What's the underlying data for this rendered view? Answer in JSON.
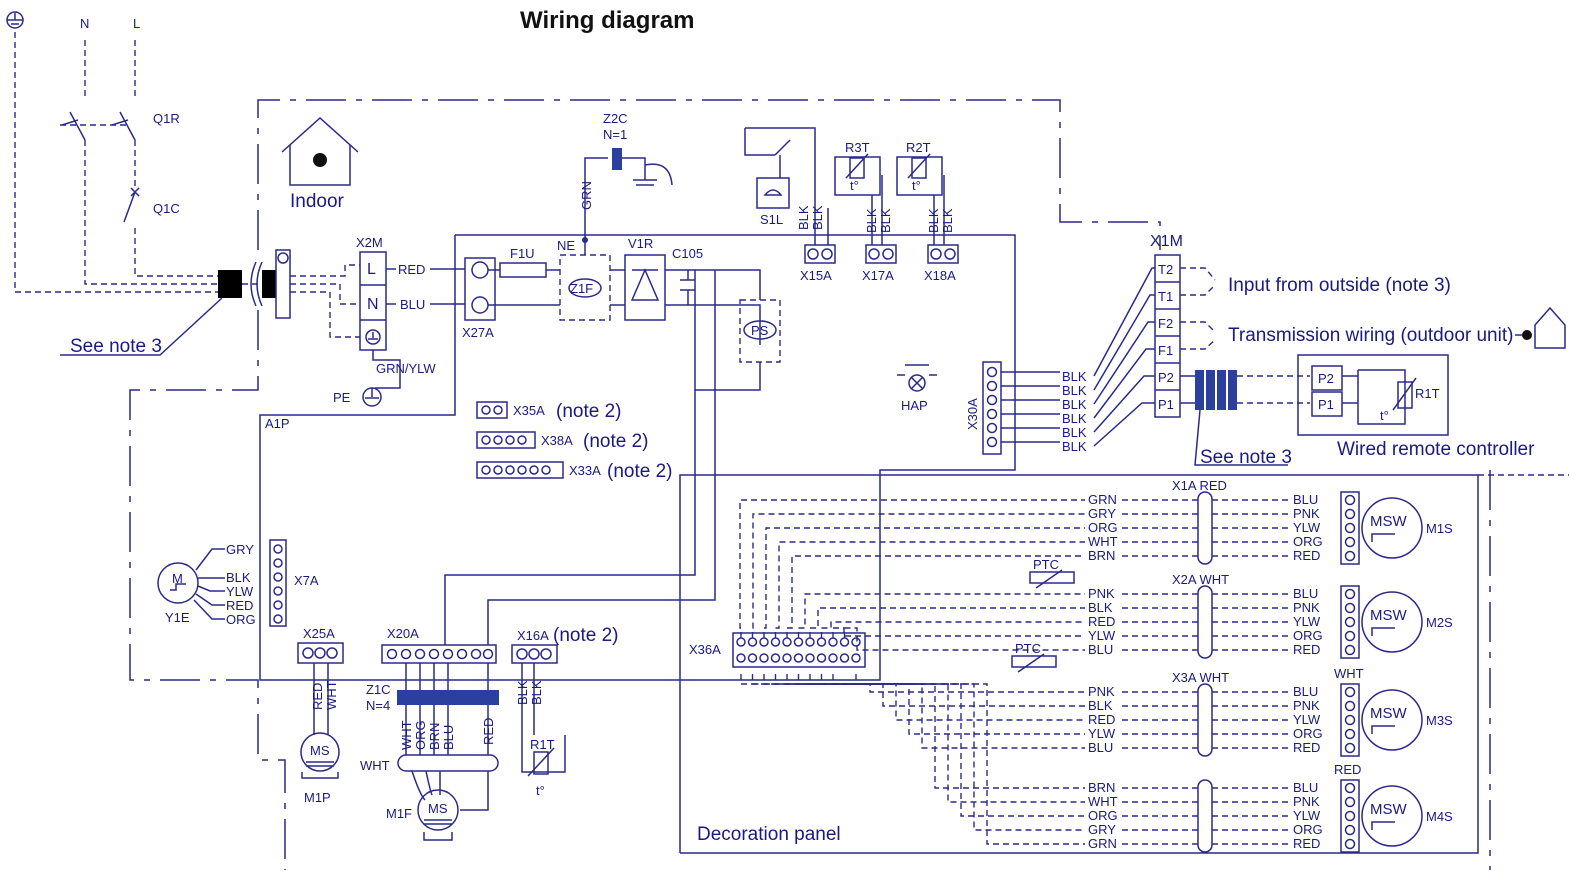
{
  "title": "Wiring diagram",
  "colors": {
    "line": "#2a2a8a",
    "bar": "#2b3f9e",
    "callout": "#1d7a5c"
  },
  "supply": {
    "earth_symbol": "⏚",
    "n": "N",
    "l": "L",
    "q1r": "Q1R",
    "q1c": "Q1C"
  },
  "labels": {
    "indoor": "Indoor",
    "see_note3": "See note 3",
    "x2m": "X2M",
    "l": "L",
    "n": "N",
    "red": "RED",
    "blu": "BLU",
    "grn_ylw": "GRN/YLW",
    "pe": "PE",
    "x27a": "X27A",
    "f1u": "F1U",
    "ne": "NE",
    "z1f": "Z1F",
    "v1r": "V1R",
    "c105": "C105",
    "ps": "PS",
    "z2c": "Z2C",
    "n1": "N=1",
    "grn": "GRN",
    "a1p": "A1P",
    "s1l": "S1L",
    "r3t": "R3T",
    "r2t": "R2T",
    "t_deg": "t°",
    "blk": "BLK",
    "x15a": "X15A",
    "x17a": "X17A",
    "x18a": "X18A",
    "hap": "HAP",
    "x30a": "X30A",
    "x1m": "X1M",
    "t2": "T2",
    "t1": "T1",
    "f2": "F2",
    "f1": "F1",
    "p2": "P2",
    "p1": "P1",
    "input_outside": "Input from outside (note 3)",
    "transmission": "Transmission wiring (outdoor unit)",
    "r1t": "R1T",
    "wired_remote": "Wired remote controller",
    "x35a": "X35A",
    "x38a": "X38A",
    "x33a": "X33A",
    "note2": "(note 2)",
    "x7a": "X7A",
    "y1e": "Y1E",
    "m": "M",
    "gry": "GRY",
    "ylw": "YLW",
    "org": "ORG",
    "x25a": "X25A",
    "x20a": "X20A",
    "x16a": "X16A",
    "z1c": "Z1C",
    "n4": "N=4",
    "wht": "WHT",
    "brn": "BRN",
    "ms": "MS",
    "m1p": "M1P",
    "m1f": "M1F",
    "x36a": "X36A",
    "decoration_panel": "Decoration panel",
    "ptc": "PTC",
    "pnk": "PNK",
    "msw": "MSW"
  },
  "motors": [
    {
      "plug": "X1A RED",
      "name": "M1S",
      "left": [
        "GRN",
        "GRY",
        "ORG",
        "WHT",
        "BRN"
      ],
      "right": [
        "BLU",
        "PNK",
        "YLW",
        "ORG",
        "RED"
      ],
      "top": ""
    },
    {
      "plug": "X2A WHT",
      "name": "M2S",
      "left": [
        "PNK",
        "BLK",
        "RED",
        "YLW",
        "BLU"
      ],
      "right": [
        "BLU",
        "PNK",
        "YLW",
        "ORG",
        "RED"
      ],
      "top": ""
    },
    {
      "plug": "X3A WHT",
      "name": "M3S",
      "left": [
        "PNK",
        "BLK",
        "RED",
        "YLW",
        "BLU"
      ],
      "right": [
        "BLU",
        "PNK",
        "YLW",
        "ORG",
        "RED"
      ],
      "top": "WHT"
    },
    {
      "plug": "",
      "name": "M4S",
      "left": [
        "BRN",
        "WHT",
        "ORG",
        "GRY",
        "GRN"
      ],
      "right": [
        "BLU",
        "PNK",
        "YLW",
        "ORG",
        "RED"
      ],
      "top": "RED"
    }
  ]
}
